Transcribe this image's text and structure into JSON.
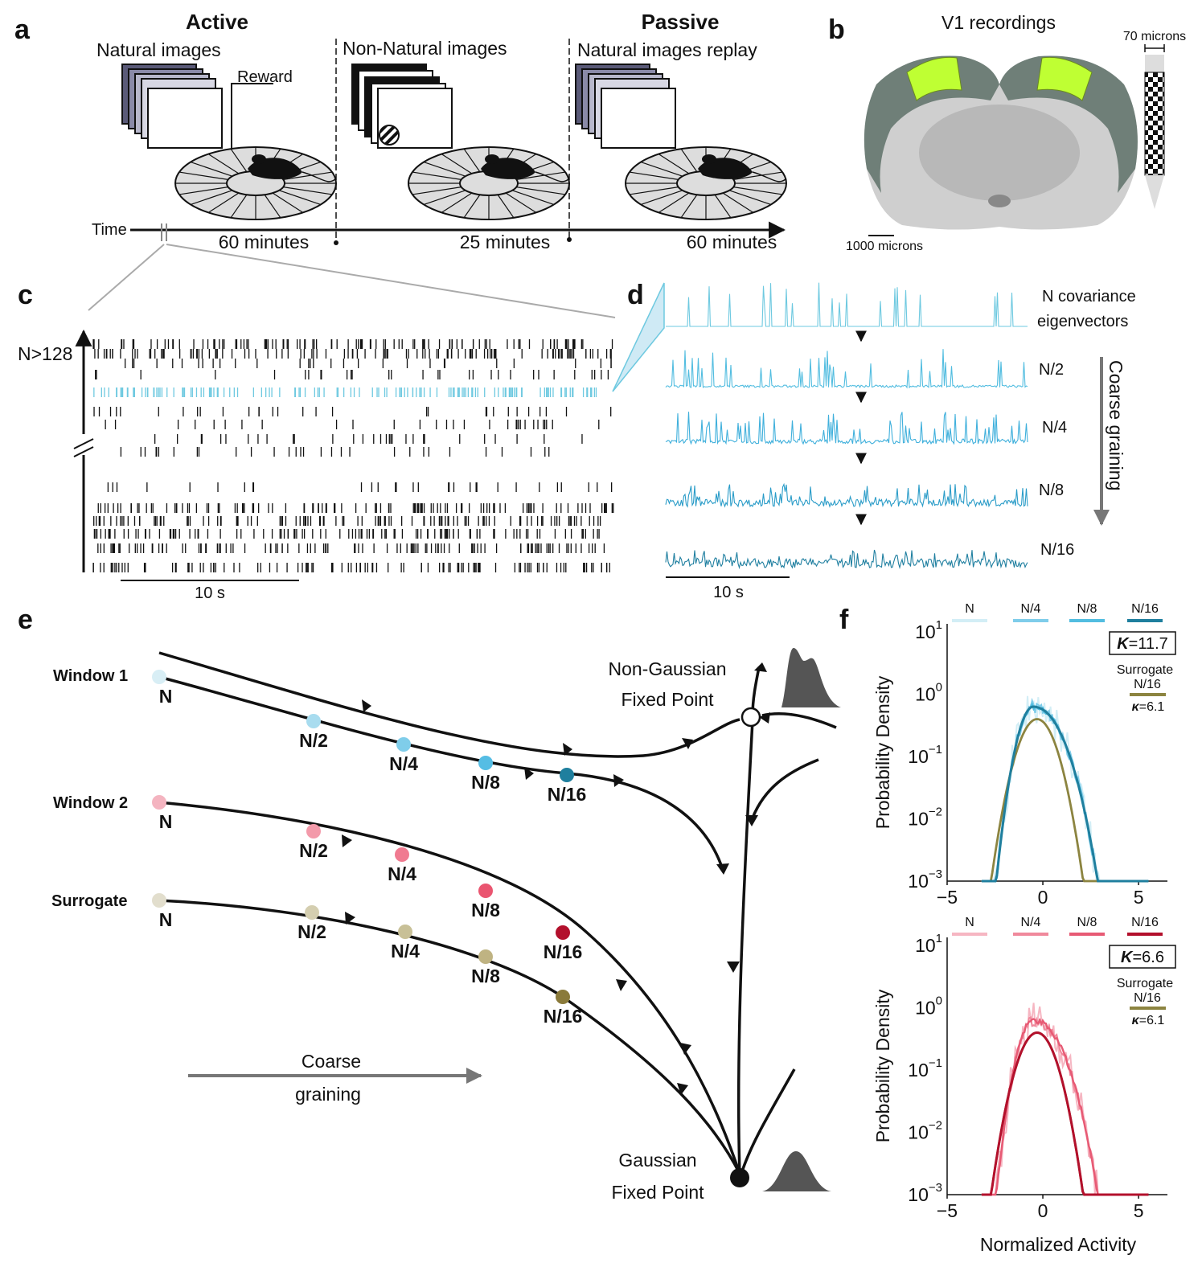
{
  "panel_a": {
    "letter": "a",
    "active_title": "Active",
    "passive_title": "Passive",
    "epochs": [
      {
        "label": "Natural images",
        "duration": "60 minutes"
      },
      {
        "label": "Non-Natural images",
        "duration": "25 minutes"
      },
      {
        "label": "Natural images replay",
        "duration": "60 minutes"
      }
    ],
    "reward_label": "Reward",
    "time_label": "Time"
  },
  "panel_b": {
    "letter": "b",
    "title": "V1 recordings",
    "probe_scale": "70 microns",
    "brain_scale": "1000 microns"
  },
  "panel_c": {
    "letter": "c",
    "n_label": "N>128",
    "scale_label": "10 s"
  },
  "panel_d": {
    "letter": "d",
    "levels": [
      "N covariance",
      "N/2",
      "N/4",
      "N/8",
      "N/16"
    ],
    "level0_line2": "eigenvectors",
    "arrow_label": "Coarse graining",
    "scale_label": "10 s",
    "colors": [
      "#6ec9e0",
      "#52bde0",
      "#40b0dc",
      "#2a9cc8",
      "#1f7fa0"
    ]
  },
  "panel_e": {
    "letter": "e",
    "rows": [
      {
        "name": "Window 1",
        "nodes": [
          "N",
          "N/2",
          "N/4",
          "N/8",
          "N/16"
        ],
        "colors": [
          "#d8eef5",
          "#a8dcef",
          "#7fcdea",
          "#55bde4",
          "#1f7f9e"
        ]
      },
      {
        "name": "Window 2",
        "nodes": [
          "N",
          "N/2",
          "N/4",
          "N/8",
          "N/16"
        ],
        "colors": [
          "#f4b4c0",
          "#f39aaa",
          "#f07a90",
          "#ea5570",
          "#b3102c"
        ]
      },
      {
        "name": "Surrogate",
        "nodes": [
          "N",
          "N/2",
          "N/4",
          "N/8",
          "N/16"
        ],
        "colors": [
          "#e2decd",
          "#d4ceb0",
          "#c8c097",
          "#bfb382",
          "#8a7a3a"
        ]
      }
    ],
    "non_gaussian_line1": "Non-Gaussian",
    "non_gaussian_line2": "Fixed Point",
    "gaussian_line1": "Gaussian",
    "gaussian_line2": "Fixed Point",
    "coarse_line1": "Coarse",
    "coarse_line2": "graining"
  },
  "panel_f": {
    "letter": "f",
    "ylabel": "Probability Density",
    "xlabel": "Normalized Activity",
    "xticks": [
      "−5",
      "0",
      "5"
    ],
    "ytick_base": "10",
    "ytick_exponents": [
      "1",
      "0",
      "−1",
      "−2",
      "−3"
    ],
    "surrogate_label": "Surrogate",
    "surrogate_level": "N/16",
    "surrogate_kappa_prefix": "κ",
    "surrogate_kappa_value": "=6.1",
    "top": {
      "legend": [
        "N",
        "N/4",
        "N/8",
        "N/16"
      ],
      "legend_colors": [
        "#d3eef6",
        "#7fcdea",
        "#52bde0",
        "#1f7f9e"
      ],
      "kappa_prefix": "K",
      "kappa_value": "=11.7"
    },
    "bottom": {
      "legend": [
        "N",
        "N/4",
        "N/8",
        "N/16"
      ],
      "legend_colors": [
        "#f6b6c2",
        "#f0899c",
        "#e75a74",
        "#b3102c"
      ],
      "kappa_prefix": "K",
      "kappa_value": "=6.6"
    },
    "surrogate_color": "#8c8440"
  }
}
